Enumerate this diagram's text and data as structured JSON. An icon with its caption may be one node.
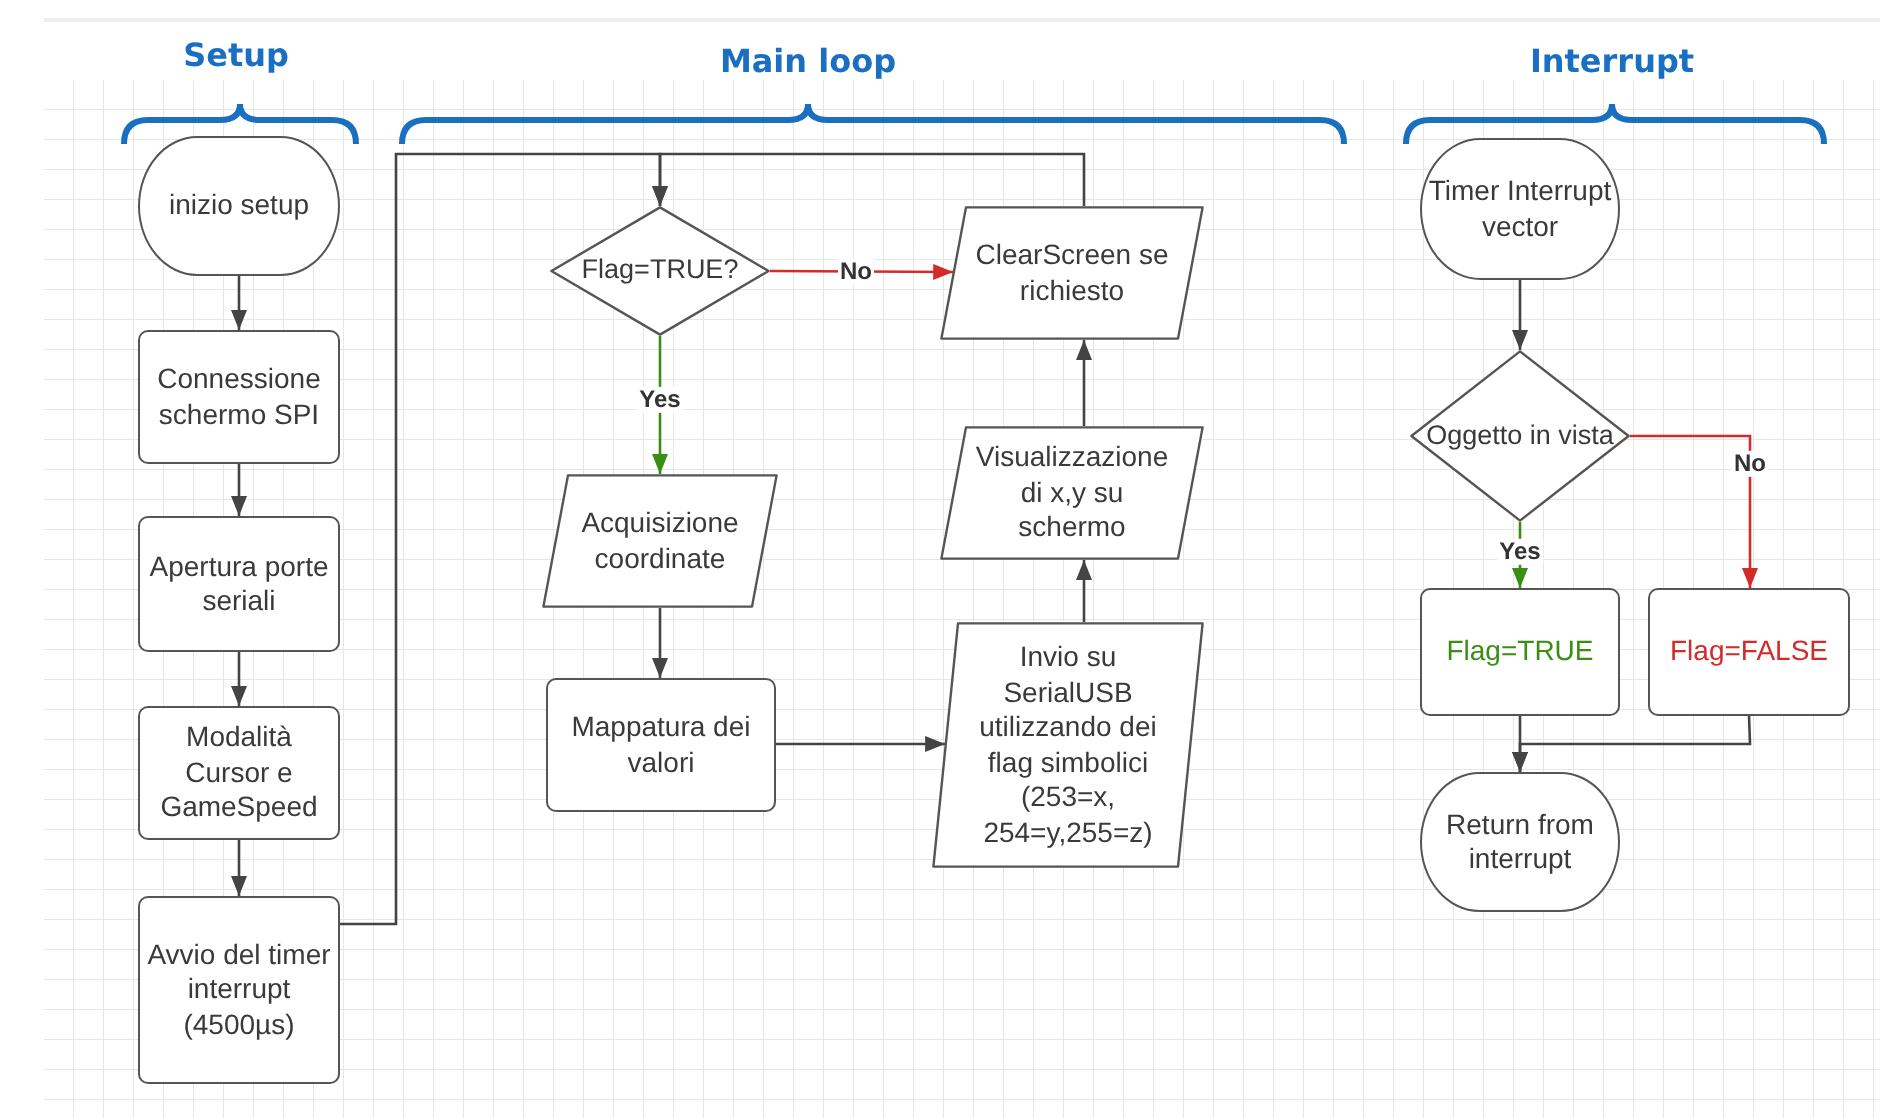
{
  "diagram": {
    "nodes": [
      {
        "text": [
          "inizio setup"
        ]
      },
      {
        "text": [
          "Connessione schermo SPI"
        ]
      },
      {
        "text": [
          "Apertura porte seriali"
        ]
      },
      {
        "text": [
          "Modalità Cursor e GameSpeed"
        ]
      },
      {
        "text": [
          "Avvio del timer interrupt (4500µs)"
        ]
      },
      {
        "text": [
          "Flag=TRUE?"
        ]
      },
      {
        "text": [
          "Acquisizione coordinate"
        ]
      },
      {
        "text": [
          "Mappatura dei valori"
        ]
      },
      {
        "text": [
          "Invio su SerialUSB utilizzando dei flag simbolici (253=x, 254=y,255=z)"
        ]
      },
      {
        "text": [
          "Visualizzazione di x,y su schermo"
        ]
      },
      {
        "text": [
          "ClearScreen se richiesto"
        ]
      },
      {
        "text": [
          "Timer Interrupt vector"
        ]
      },
      {
        "text": [
          "Oggetto in vista"
        ]
      },
      {
        "text": [
          "Flag=TRUE"
        ]
      },
      {
        "text": [
          "Flag=FALSE"
        ]
      },
      {
        "text": [
          "Return from interrupt"
        ]
      }
    ],
    "edges": [
      {
        "from": 0,
        "to": 1,
        "arrow": "to"
      },
      {
        "from": 1,
        "to": 2,
        "arrow": "to"
      },
      {
        "from": 2,
        "to": 3,
        "arrow": "to"
      },
      {
        "from": 3,
        "to": 4,
        "arrow": "to"
      },
      {
        "from": 4,
        "to": 5,
        "arrow": "to"
      },
      {
        "from": 5,
        "to": 10,
        "label": "No",
        "arrow": "to",
        "color": "#d42a2a"
      },
      {
        "from": 5,
        "to": 6,
        "label": "Yes",
        "arrow": "to",
        "color": "#3a8f12"
      },
      {
        "from": 6,
        "to": 7,
        "arrow": "to"
      },
      {
        "from": 7,
        "to": 8,
        "arrow": "to"
      },
      {
        "from": 8,
        "to": 9,
        "arrow": "to"
      },
      {
        "from": 9,
        "to": 10,
        "arrow": "to"
      },
      {
        "from": 10,
        "to": 5,
        "arrow": "to"
      },
      {
        "from": 11,
        "to": 12,
        "arrow": "to"
      },
      {
        "from": 12,
        "to": 13,
        "label": "Yes",
        "arrow": "to",
        "color": "#3a8f12"
      },
      {
        "from": 12,
        "to": 14,
        "label": "No",
        "arrow": "to",
        "color": "#d42a2a"
      },
      {
        "from": 13,
        "to": 15,
        "arrow": "to"
      },
      {
        "from": 14,
        "to": 15,
        "arrow": "to"
      }
    ],
    "labels": [
      "Setup",
      "Main loop",
      "Interrupt"
    ]
  }
}
